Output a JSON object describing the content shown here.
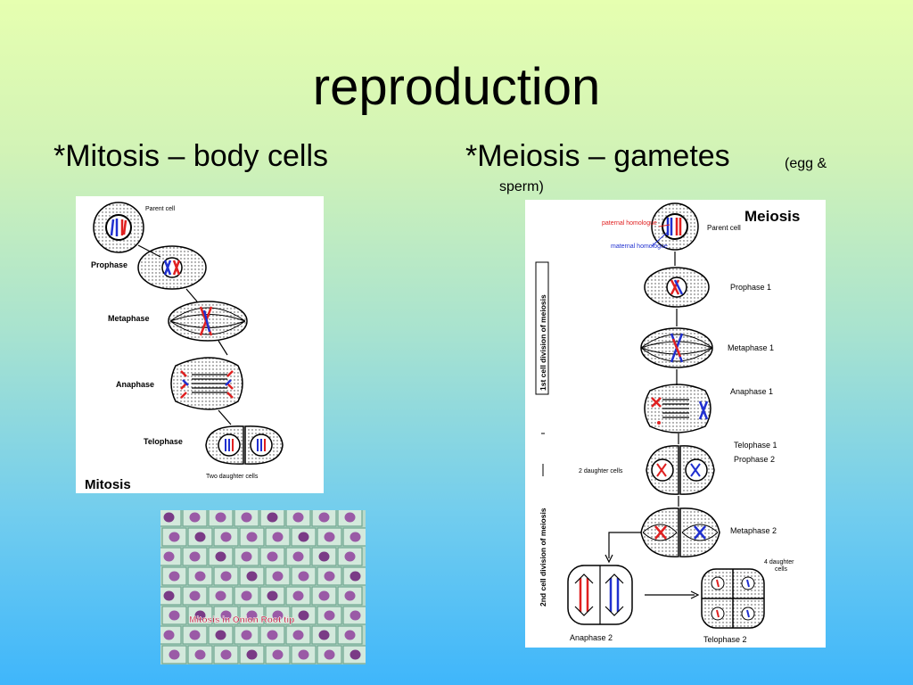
{
  "slide": {
    "title": "reproduction",
    "left_bullet": "*Mitosis – body cells",
    "right_bullet": "*Meiosis – gametes",
    "right_note_1": "(egg &",
    "right_note_2": "sperm)"
  },
  "mitosis_diagram": {
    "title": "Mitosis",
    "labels": {
      "parent": "Parent cell",
      "prophase": "Prophase",
      "metaphase": "Metaphase",
      "anaphase": "Anaphase",
      "telophase": "Telophase",
      "daughters": "Two daughter cells"
    }
  },
  "onion_photo": {
    "caption": "Mitosis in Onion Root tip"
  },
  "meiosis_diagram": {
    "title": "Meiosis",
    "side_label_1": "1st cell division of meiosis",
    "side_label_2": "2nd cell division of meiosis",
    "labels": {
      "parent": "Parent cell",
      "paternal": "paternal homologue",
      "maternal": "maternal homologue",
      "prophase1": "Prophase 1",
      "metaphase1": "Metaphase 1",
      "anaphase1": "Anaphase 1",
      "telophase1": "Telophase 1",
      "prophase2": "Prophase 2",
      "two_daughters": "2 daughter cells",
      "metaphase2": "Metaphase 2",
      "four_daughters_1": "4 daughter",
      "four_daughters_2": "cells",
      "anaphase2": "Anaphase 2",
      "telophase2": "Telophase 2"
    }
  },
  "colors": {
    "paternal": "#e02020",
    "maternal": "#2030d0"
  }
}
